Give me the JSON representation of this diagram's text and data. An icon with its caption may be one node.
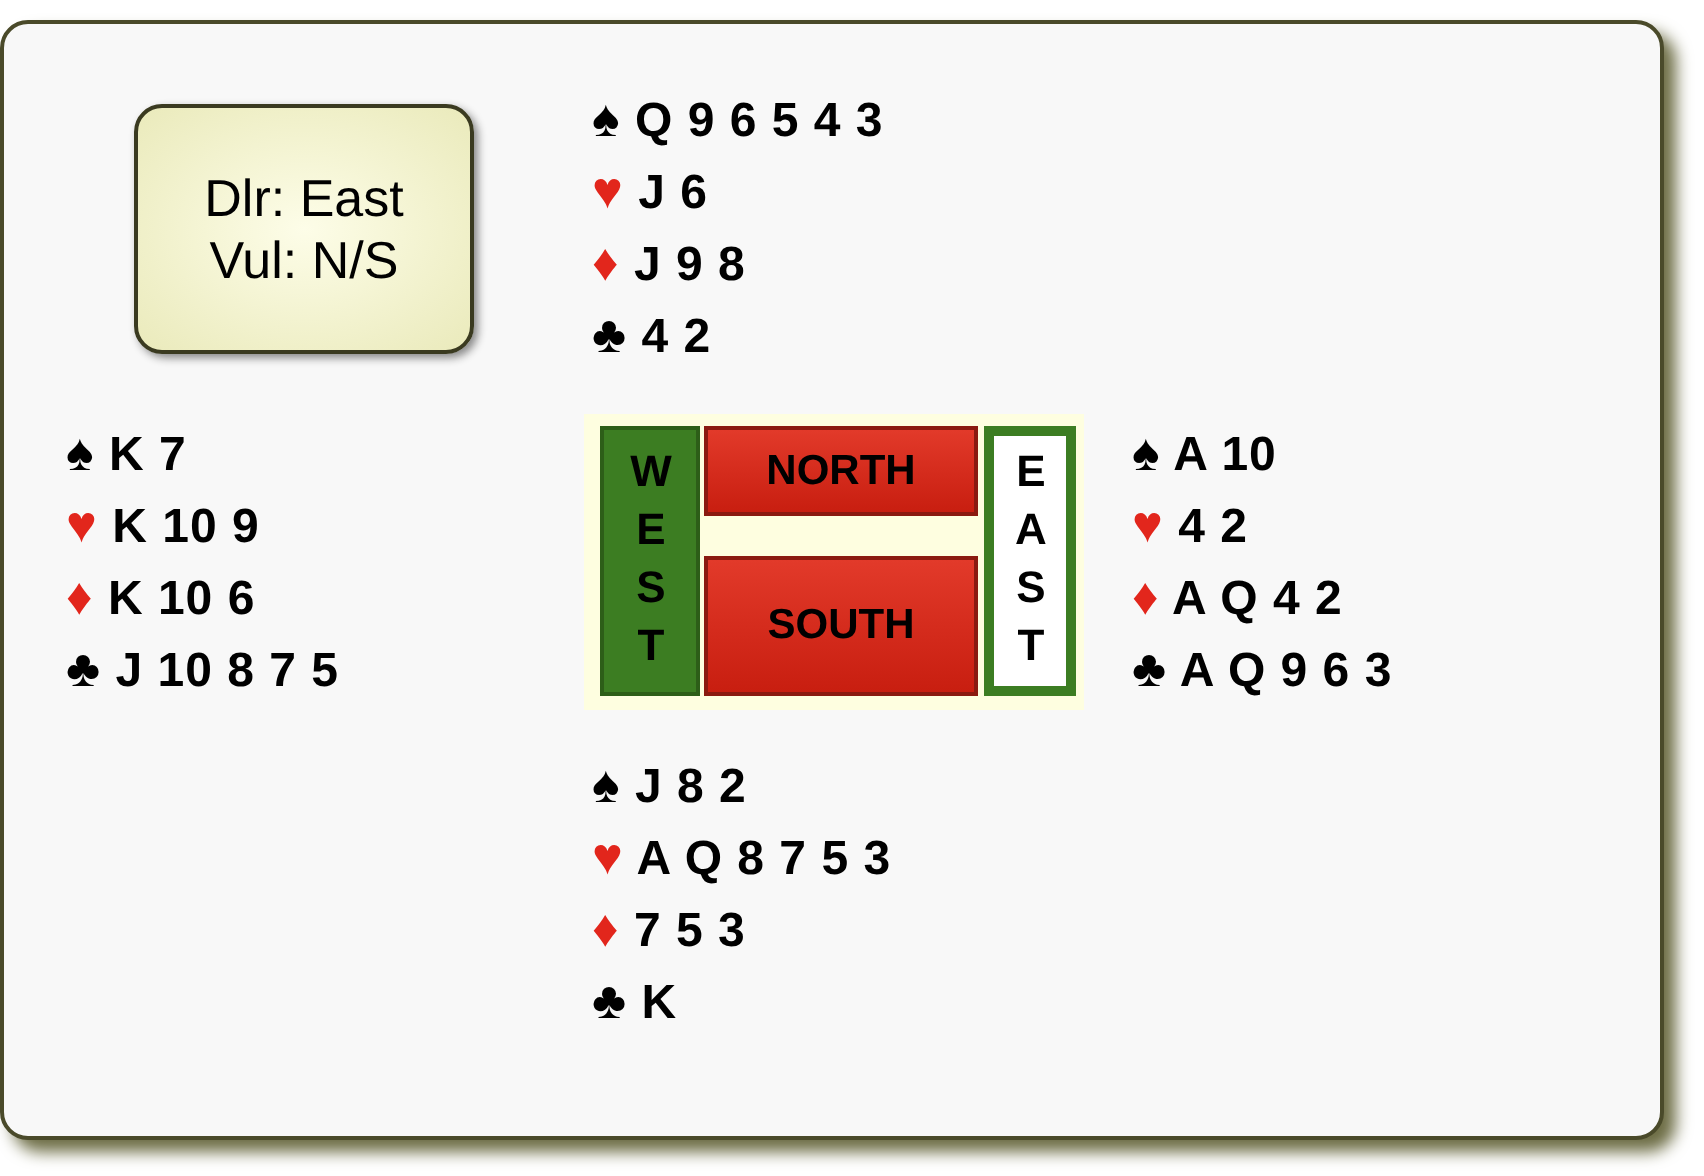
{
  "diagram": {
    "nodes": [
      {
        "text": [
          "Dlr: East",
          "Vul: N/S"
        ]
      },
      {
        "text": [
          "WEST"
        ]
      },
      {
        "text": [
          "NORTH"
        ]
      },
      {
        "text": [
          "EAST"
        ]
      },
      {
        "text": [
          "SOUTH"
        ]
      }
    ],
    "labels": [
      "♠ Q 9 6 5 4 3",
      "♥ J 6",
      "♦ J 9 8",
      "♣ 4 2",
      "♠ K 7",
      "♥ K 10 9",
      "♦ K 10 6",
      "♣ J 10 8 7 5",
      "♠ A 10",
      "♥ 4 2",
      "♦ A Q 4 2",
      "♣ A Q 9 6 3",
      "♠ J 8 2",
      "♥ A Q 8 7 5 3",
      "♦ 7 5 3",
      "♣ K"
    ]
  }
}
